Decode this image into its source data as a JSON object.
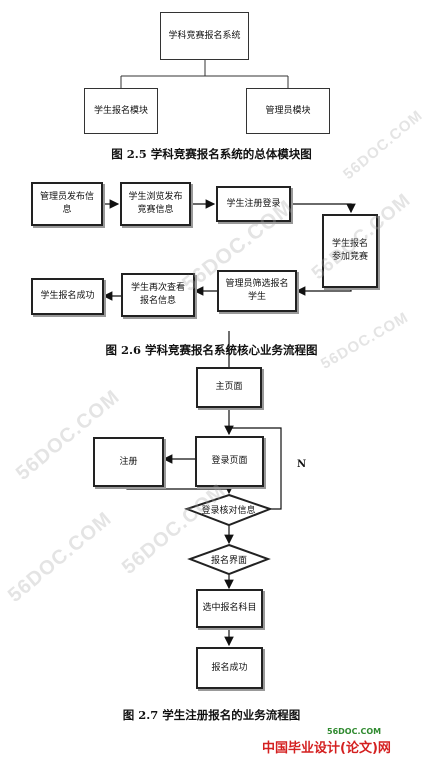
{
  "fig25": {
    "root": "学科竞赛报名系统",
    "left": "学生报名模块",
    "right": "管理员模块",
    "caption": "图 2.5  学科竞赛报名系统的总体模块图"
  },
  "fig26": {
    "n1": "管理员发布信息",
    "n2": "学生浏览发布竞赛信息",
    "n3": "学生注册登录",
    "n4": "学生报名参加竞赛",
    "n5": "管理员筛选报名学生",
    "n6": "学生再次查看报名信息",
    "n7": "学生报名成功",
    "caption": "图 2.6  学科竞赛报名系统核心业务流程图"
  },
  "fig27": {
    "home": "主页面",
    "login": "登录页面",
    "register": "注册",
    "verify": "登录核对信息",
    "signup_page": "报名界面",
    "choose": "选中报名科目",
    "success": "报名成功",
    "no_label": "N",
    "caption": "图 2.7  学生注册报名的业务流程图"
  },
  "watermark": "56DOC.COM",
  "footer": {
    "site": "56DOC.COM",
    "brand": "中国毕业设计(论文)网"
  },
  "colors": {
    "footer_red": "#d42020",
    "footer_green": "#2f8a2f"
  }
}
